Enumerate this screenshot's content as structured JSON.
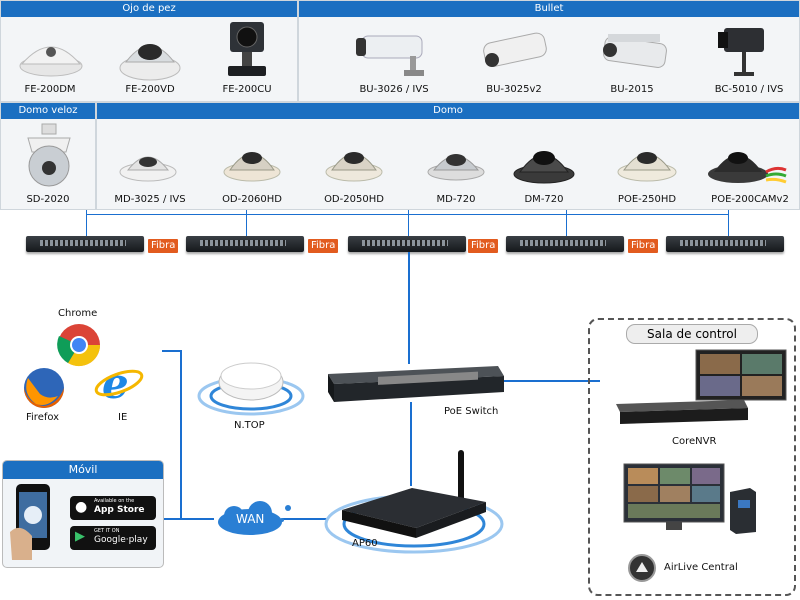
{
  "sections": {
    "ojo_de_pez": "Ojo de pez",
    "bullet": "Bullet",
    "domo_veloz": "Domo veloz",
    "domo": "Domo"
  },
  "cameras_top": [
    "FE-200DM",
    "FE-200VD",
    "FE-200CU",
    "BU-3026 / IVS",
    "BU-3025v2",
    "BU-2015",
    "BC-5010 / IVS"
  ],
  "cameras_mid": [
    "SD-2020",
    "MD-3025 / IVS",
    "OD-2060HD",
    "OD-2050HD",
    "MD-720",
    "DM-720",
    "POE-250HD",
    "POE-200CAMv2"
  ],
  "fibra_label": "Fibra",
  "browsers": {
    "chrome": "Chrome",
    "firefox": "Firefox",
    "ie": "IE"
  },
  "ntop": "N.TOP",
  "poe_switch": "PoE  Switch",
  "sala": "Sala de control",
  "corenvr": "CoreNVR",
  "airlive_central": "AirLive Central",
  "movil": {
    "title": "Móvil",
    "appstore_small": "Available on the",
    "appstore": "App Store",
    "gplay_small": "GET IT ON",
    "gplay": "Google·play"
  },
  "wan": "WAN",
  "ap60": "AP60",
  "colors": {
    "header": "#1b6fc1",
    "fibra": "#e25b1f",
    "line": "#1a6fd0"
  }
}
